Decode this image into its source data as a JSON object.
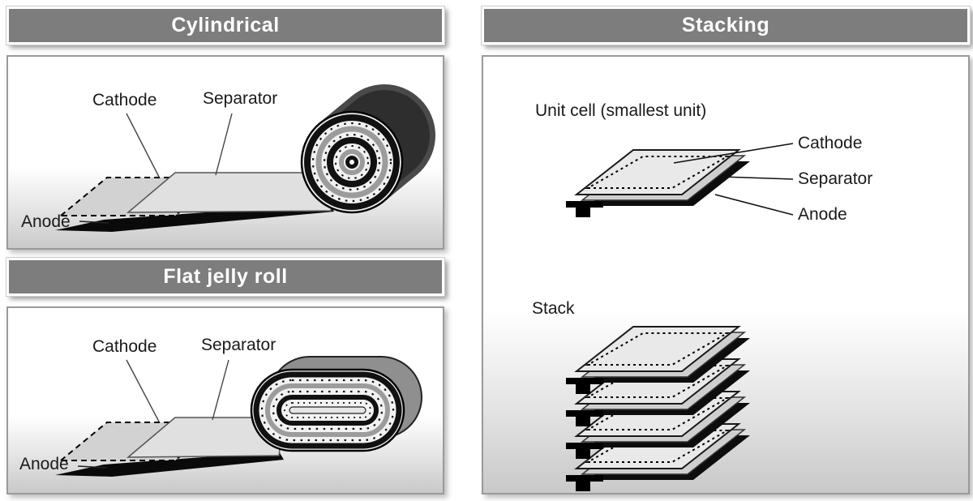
{
  "colors": {
    "header_bg": "#7d7d7d",
    "header_text": "#ffffff",
    "panel_border": "#9a9a9a",
    "panel_gradient_end": "#c9c9c9",
    "label_text": "#1a1a1a",
    "anode_fill": "#0a0a0a",
    "separator_fill": "#e0e0e0",
    "cathode_fill": "#d2d2d2"
  },
  "panels": {
    "cylindrical": {
      "title": "Cylindrical",
      "labels": {
        "cathode": "Cathode",
        "separator": "Separator",
        "anode": "Anode"
      }
    },
    "flat_jelly_roll": {
      "title": "Flat jelly roll",
      "labels": {
        "cathode": "Cathode",
        "separator": "Separator",
        "anode": "Anode"
      }
    },
    "stacking": {
      "title": "Stacking",
      "unit_cell_caption": "Unit cell (smallest unit)",
      "stack_caption": "Stack",
      "labels": {
        "cathode": "Cathode",
        "separator": "Separator",
        "anode": "Anode"
      }
    }
  }
}
